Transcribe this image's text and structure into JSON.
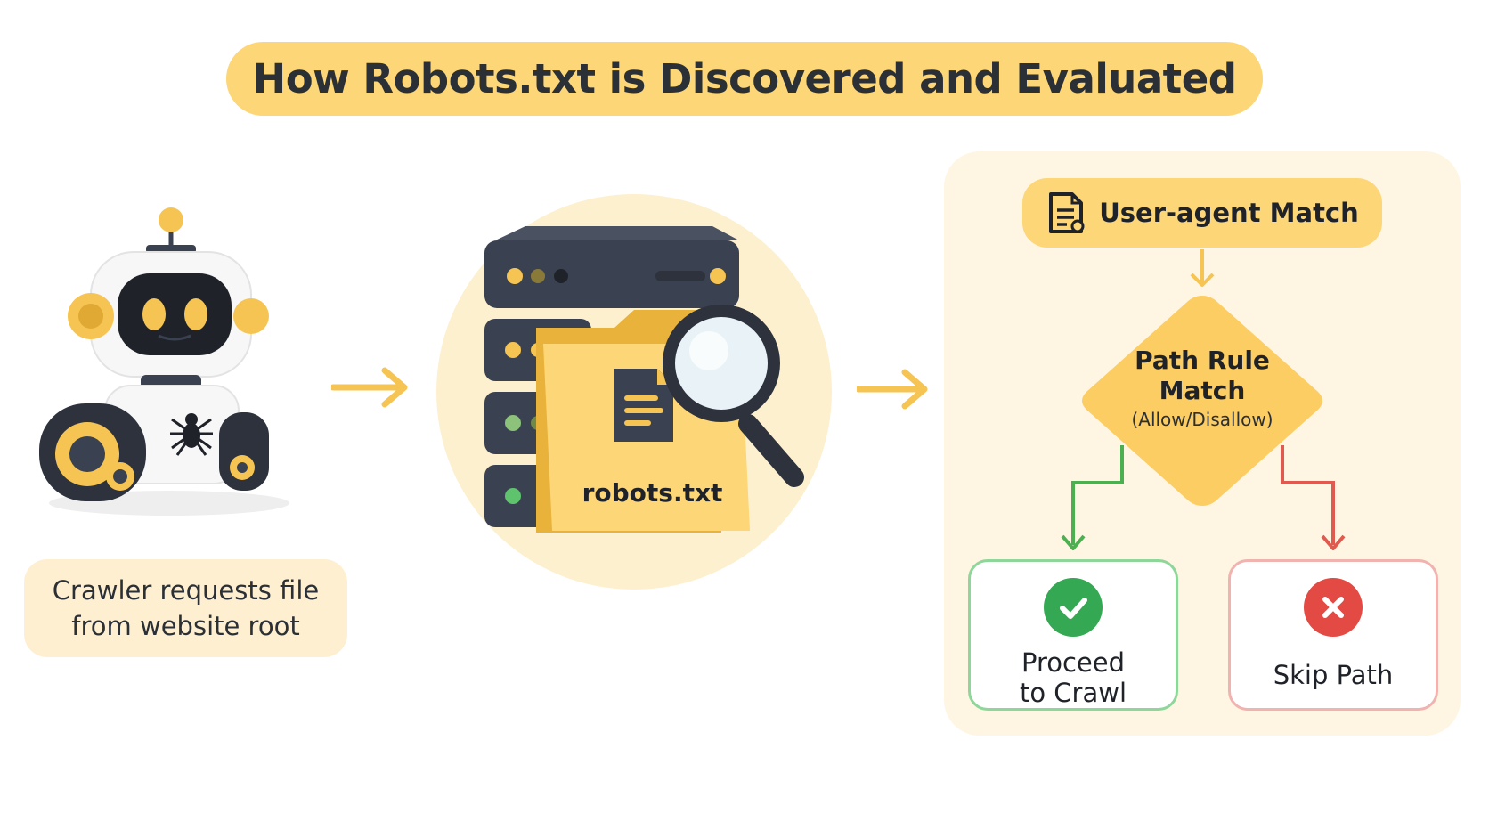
{
  "title": "How Robots.txt is Discovered and Evaluated",
  "crawler": {
    "label_line1": "Crawler requests file",
    "label_line2": "from website root",
    "icon": "robot-crawler-icon"
  },
  "server": {
    "file_label": "robots.txt",
    "icon": "server-folder-magnifier-icon"
  },
  "evaluation": {
    "step1": "User-agent Match",
    "step2_line1": "Path Rule",
    "step2_line2": "Match",
    "step2_sub": "(Allow/Disallow)",
    "proceed_line1": "Proceed",
    "proceed_line2": "to Crawl",
    "skip": "Skip Path"
  },
  "colors": {
    "accent": "#fcd677",
    "diamond": "#fccd62",
    "arrow": "#f6c453",
    "allow": "#34a853",
    "disallow": "#e24a43",
    "dark": "#3a4150"
  }
}
